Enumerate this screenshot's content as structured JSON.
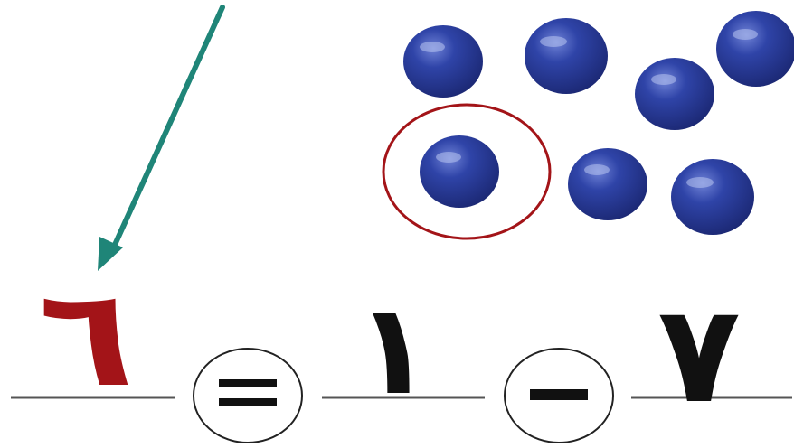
{
  "equation": {
    "minuend": "٧",
    "subtrahend": "١",
    "result": "٦"
  },
  "colors": {
    "ball": "#2a3a9a",
    "circle_highlight": "#a31418",
    "arrow": "#1f8578",
    "result_digit": "#a31418",
    "ink": "#111111"
  },
  "counters": {
    "total": 7,
    "removed": 1
  }
}
